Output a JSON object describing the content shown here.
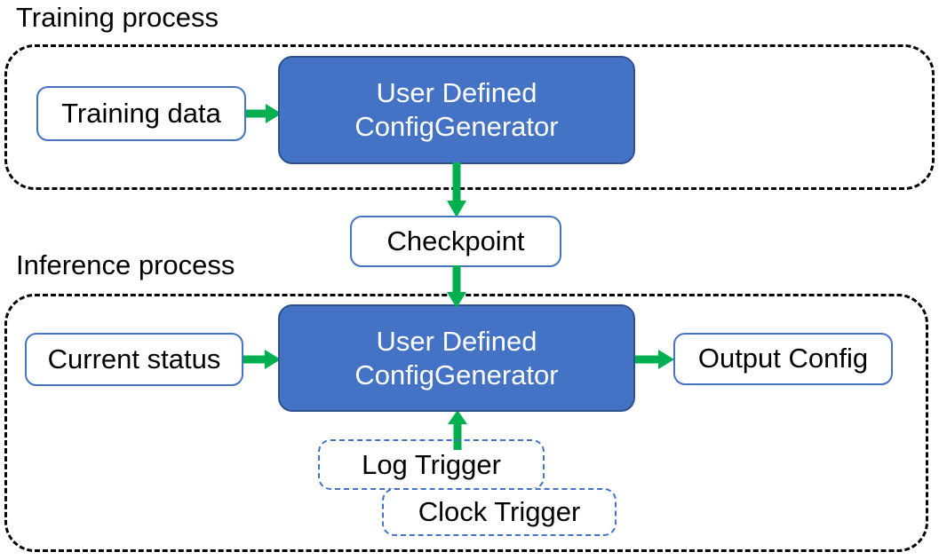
{
  "diagram": {
    "title_training": "Training process",
    "title_inference": "Inference process",
    "colors": {
      "process_fill": "#4472C4",
      "process_border": "#2F528F",
      "node_border": "#4472C4",
      "arrow_green": "#00B050",
      "container_dash": "#000000",
      "trigger_dash": "#4472C4",
      "text_dark": "#000000",
      "text_light": "#FFFFFF"
    }
  },
  "training": {
    "input_node": "Training data",
    "processor_line1": "User Defined",
    "processor_line2": "ConfigGenerator"
  },
  "checkpoint": {
    "label": "Checkpoint"
  },
  "inference": {
    "input_node": "Current status",
    "processor_line1": "User Defined",
    "processor_line2": "ConfigGenerator",
    "output_node": "Output Config",
    "trigger_log": "Log Trigger",
    "trigger_clock": "Clock Trigger"
  }
}
